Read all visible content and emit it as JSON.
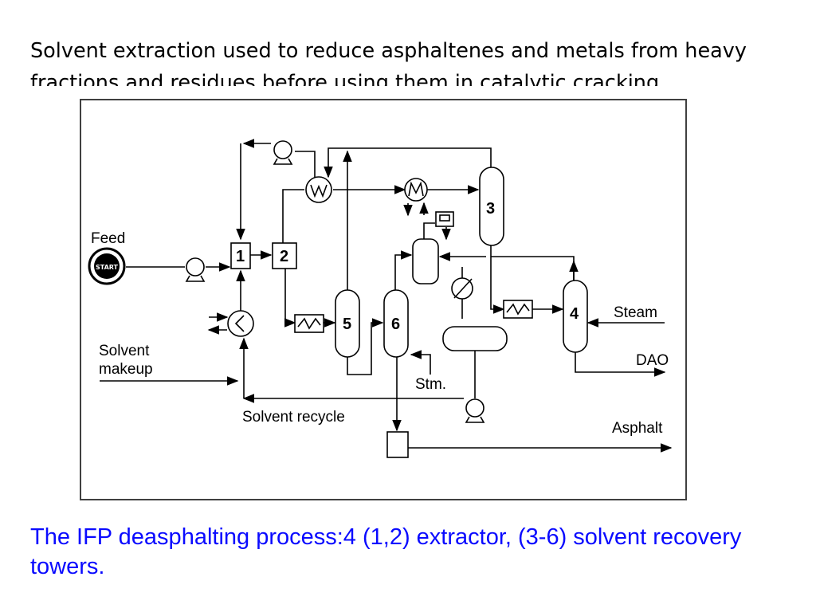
{
  "slide": {
    "heading": "Solvent extraction used to reduce asphaltenes and metals from heavy fractions and residues before using them in catalytic cracking.",
    "caption": "The IFP deasphalting process:4 (1,2) extractor, (3-6) solvent recovery towers."
  },
  "diagram": {
    "labels": {
      "feed": "Feed",
      "start": "START",
      "solvent_makeup_1": "Solvent",
      "solvent_makeup_2": "makeup",
      "solvent_recycle": "Solvent recycle",
      "steam": "Steam",
      "dao": "DAO",
      "asphalt": "Asphalt",
      "stm": "Stm."
    },
    "units": [
      "1",
      "2",
      "3",
      "4",
      "5",
      "6"
    ]
  }
}
